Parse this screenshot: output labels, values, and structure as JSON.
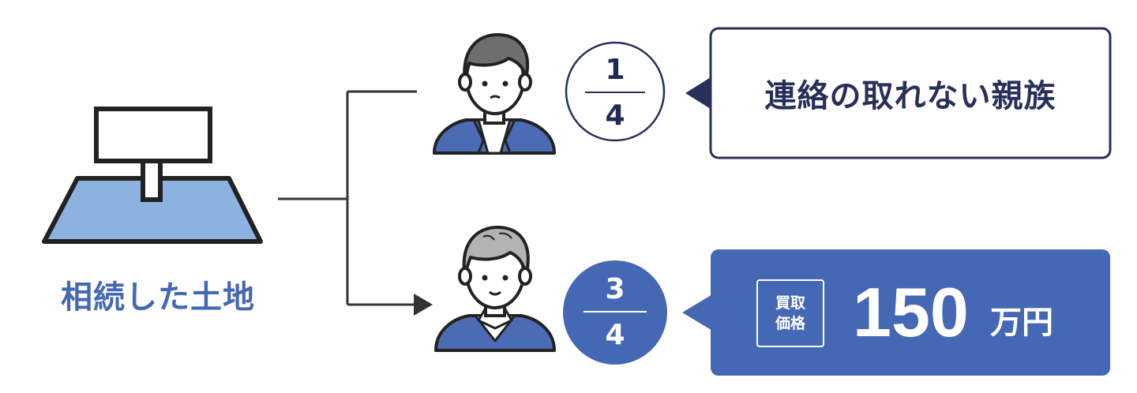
{
  "land": {
    "label": "相続した土地"
  },
  "heirs": [
    {
      "share_numerator": "1",
      "share_denominator": "4",
      "callout_text": "連絡の取れない親族"
    },
    {
      "share_numerator": "3",
      "share_denominator": "4",
      "price_tag_line1": "買取",
      "price_tag_line2": "価格",
      "price_amount": "150",
      "price_unit": "万円"
    }
  ],
  "colors": {
    "navy": "#27305a",
    "accent_blue": "#4468b4",
    "land_fill": "#8eb2df",
    "line": "#333333"
  }
}
